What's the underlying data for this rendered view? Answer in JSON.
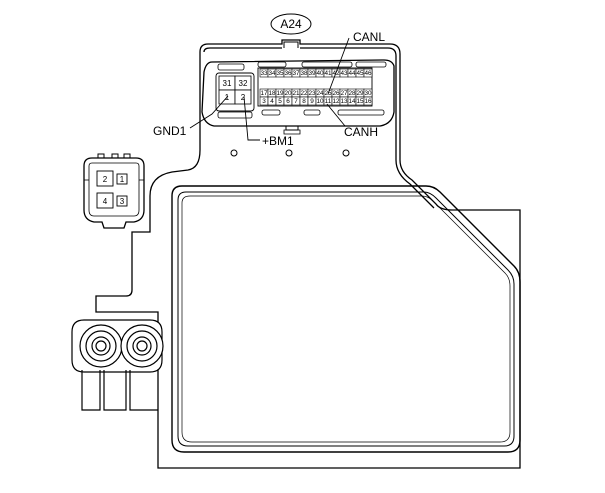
{
  "connector": {
    "id": "A24",
    "callouts": {
      "canl": "CANL",
      "canh": "CANH",
      "gnd1": "GND1",
      "bm1": "+BM1"
    },
    "large_pins": {
      "top": [
        "31",
        "32"
      ],
      "bottom": [
        "1",
        "2"
      ]
    },
    "top_row_pins": [
      "33",
      "34",
      "35",
      "36",
      "37",
      "38",
      "39",
      "40",
      "41",
      "42",
      "43",
      "44",
      "45",
      "46"
    ],
    "middle_row_pins": [
      "17",
      "18",
      "19",
      "20",
      "21",
      "22",
      "23",
      "24",
      "25",
      "26",
      "27",
      "28",
      "29",
      "30"
    ],
    "bottom_row_pins": [
      "3",
      "4",
      "5",
      "6",
      "7",
      "8",
      "9",
      "10",
      "11",
      "12",
      "13",
      "14",
      "15",
      "16"
    ]
  },
  "side_connector": {
    "pins": [
      "2",
      "1",
      "4",
      "3"
    ]
  }
}
